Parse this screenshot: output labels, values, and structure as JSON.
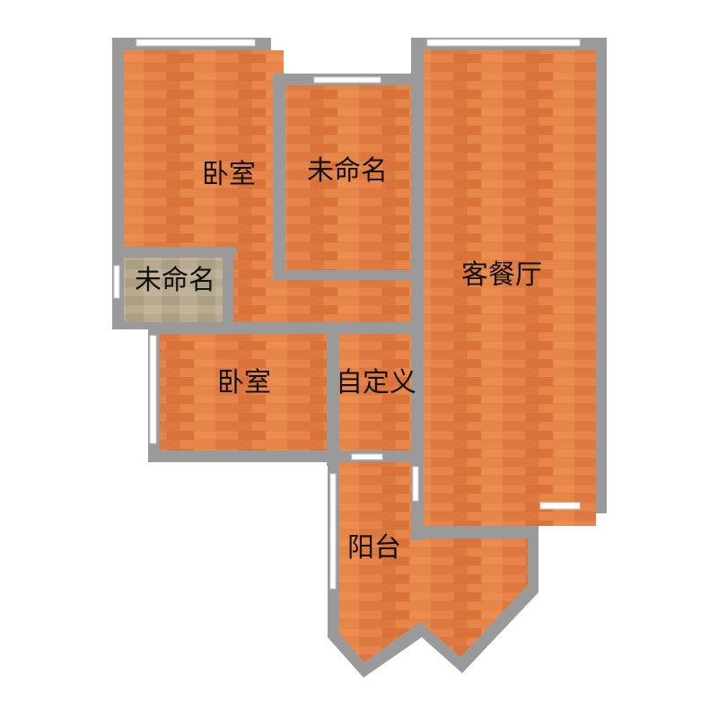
{
  "rooms": [
    {
      "id": "bedroom-top",
      "label": "卧室",
      "floor": "wood"
    },
    {
      "id": "unnamed-top",
      "label": "未命名",
      "floor": "wood"
    },
    {
      "id": "living-dining",
      "label": "客餐厅",
      "floor": "wood"
    },
    {
      "id": "unnamed-small",
      "label": "未命名",
      "floor": "tile"
    },
    {
      "id": "bedroom-bottom",
      "label": "卧室",
      "floor": "wood"
    },
    {
      "id": "custom",
      "label": "自定义",
      "floor": "wood"
    },
    {
      "id": "balcony",
      "label": "阳台",
      "floor": "wood"
    }
  ],
  "colors": {
    "wall": "#9a9a9a",
    "wood_base": "#e07a3e",
    "wood_light": "#ec9352",
    "wood_dark": "#cf6a30",
    "tile": "#b5a78c",
    "window": "#ffffff",
    "label": "#111111"
  }
}
